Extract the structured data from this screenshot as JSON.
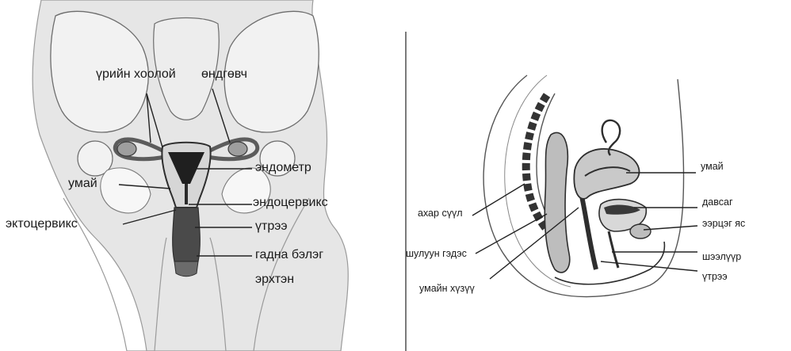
{
  "front_view": {
    "labels": {
      "urethra_tube": "үрийн хоолой",
      "ovary": "өндгөвч",
      "endometrium": "эндометр",
      "uterus": "умай",
      "endocervix": "эндоцервикс",
      "ectocervix": "эктоцервикс",
      "vagina": "үтрээ",
      "external_genitalia_line1": "гадна бэлэг",
      "external_genitalia_line2": "эрхтэн"
    }
  },
  "side_view": {
    "labels": {
      "uterus": "умай",
      "bladder": "давсаг",
      "pubic_bone": "ээрцэг яс",
      "urethra": "шээлүүр",
      "vagina": "үтрээ",
      "spine": "ахар сүүл",
      "rectum": "шулуун гэдэс",
      "cervix": "умайн хүзүү"
    }
  },
  "colors": {
    "tissue_light": "#e4e4e4",
    "tissue_mid": "#b5b5b5",
    "tissue_dark": "#5c5c5c",
    "outline": "#3a3a3a",
    "divider": "#222222"
  }
}
